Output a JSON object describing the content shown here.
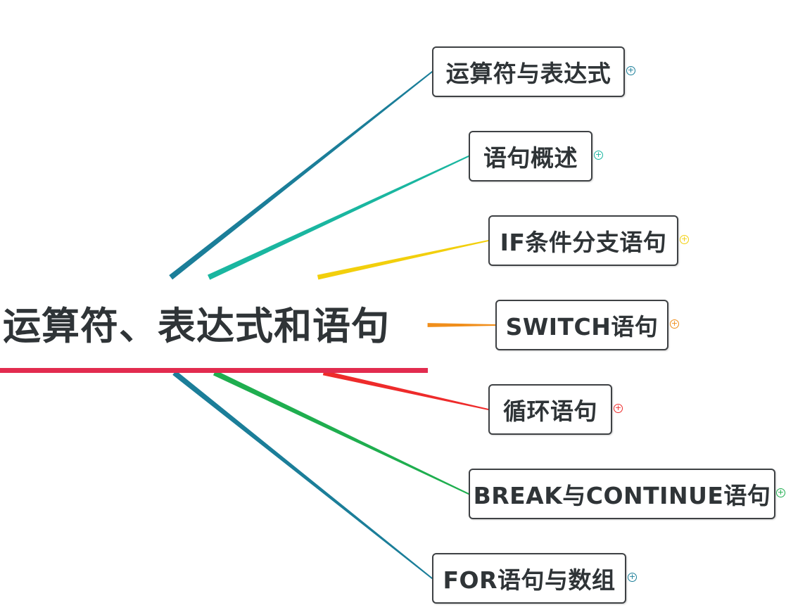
{
  "root": {
    "label": "运算符、表达式和语句",
    "underline_color": "#e22c4f"
  },
  "topics": [
    {
      "label": "运算符与表达式",
      "color": "#1b7e99",
      "expand_symbol": "+"
    },
    {
      "label": "语句概述",
      "color": "#1ab6a0",
      "expand_symbol": "+"
    },
    {
      "label": "IF条件分支语句",
      "color": "#f2cf0c",
      "expand_symbol": "+"
    },
    {
      "label": "SWITCH语句",
      "color": "#f08e1b",
      "expand_symbol": "+"
    },
    {
      "label": "循环语句",
      "color": "#ee2b2b",
      "expand_symbol": "+"
    },
    {
      "label": "BREAK与CONTINUE语句",
      "color": "#1fae4f",
      "expand_symbol": "+"
    },
    {
      "label": "FOR语句与数组",
      "color": "#1b7e99",
      "expand_symbol": "+"
    }
  ]
}
